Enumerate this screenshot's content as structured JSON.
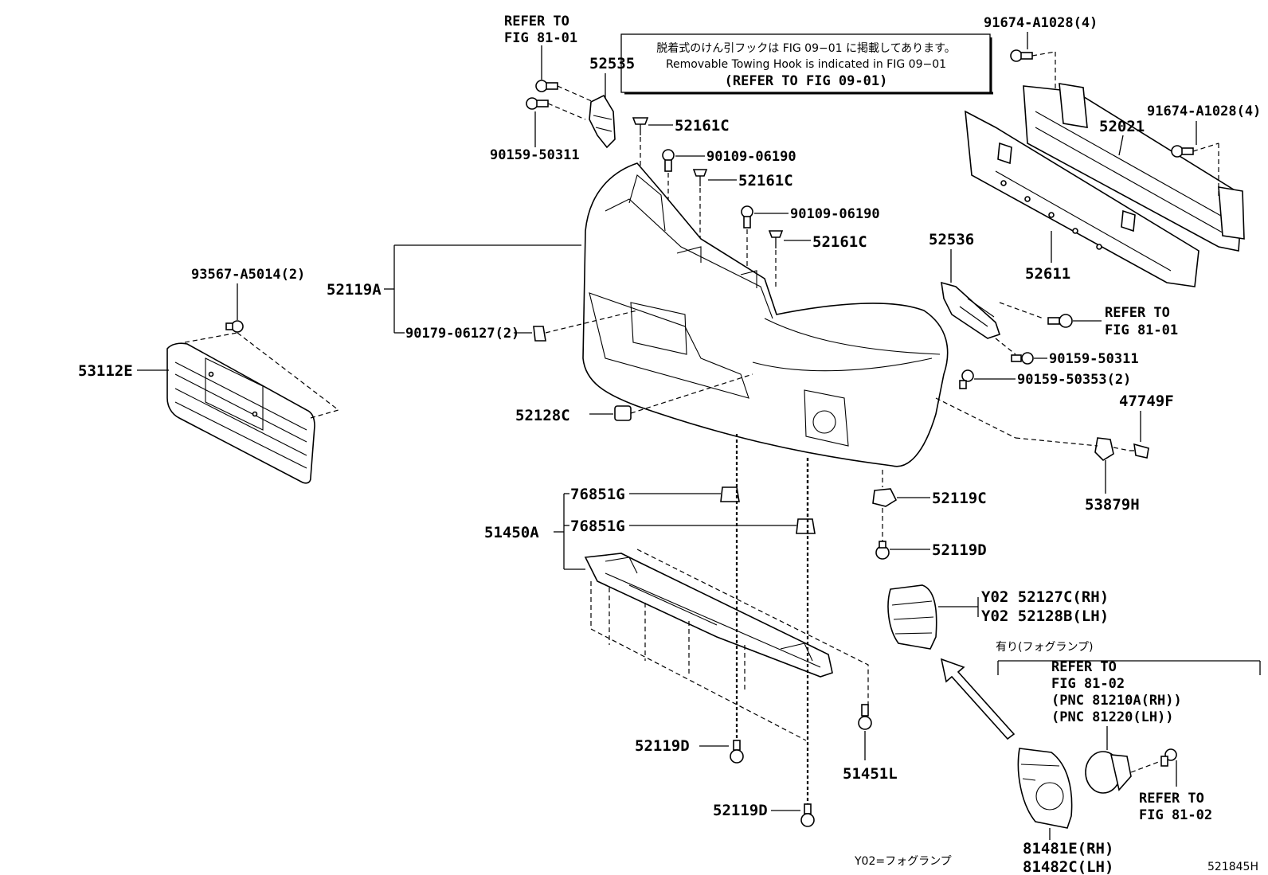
{
  "diagram_id": "521845H",
  "notice": {
    "japanese": "脱着式のけん引フックは FIG 09−01 に掲載してあります。",
    "english": "Removable Towing Hook is indicated in FIG 09−01",
    "refer": "(REFER TO FIG 09-01)"
  },
  "legend_fog": "有り(フォグランプ)",
  "footnote_y02": "Y02=フォグランプ",
  "labels": {
    "refer_8101_a": [
      "REFER TO",
      "FIG 81-01"
    ],
    "p52535": "52535",
    "p90159_50311_a": "90159-50311",
    "p52161c_a": "52161C",
    "p90109_06190_a": "90109-06190",
    "p52161c_b": "52161C",
    "p90109_06190_b": "90109-06190",
    "p52161c_c": "52161C",
    "p52119a": "52119A",
    "p90179": "90179-06127(2)",
    "p93567": "93567-A5014(2)",
    "p53112e": "53112E",
    "p52128c": "52128C",
    "p91674_a": "91674-A1028(4)",
    "p91674_b": "91674-A1028(4)",
    "p52021": "52021",
    "p52611": "52611",
    "p52536": "52536",
    "refer_8101_b": [
      "REFER TO",
      "FIG 81-01"
    ],
    "p90159_50311_b": "90159-50311",
    "p90159_50353": "90159-50353(2)",
    "p47749f": "47749F",
    "p53879h": "53879H",
    "p76851g_a": "76851G",
    "p76851g_b": "76851G",
    "p51450a": "51450A",
    "p52119c": "52119C",
    "p52119d_a": "52119D",
    "p52119d_b": "52119D",
    "p52119d_c": "52119D",
    "p51451l": "51451L",
    "p52127c": "Y02 52127C(RH)",
    "p52128b": "Y02 52128B(LH)",
    "refer_8102_a": [
      "REFER TO",
      "FIG 81-02",
      "(PNC 81210A(RH))",
      "(PNC 81220(LH))"
    ],
    "refer_8102_b": [
      "REFER TO",
      "FIG 81-02"
    ],
    "p81481e": "81481E(RH)",
    "p81482c": "81482C(LH)"
  }
}
